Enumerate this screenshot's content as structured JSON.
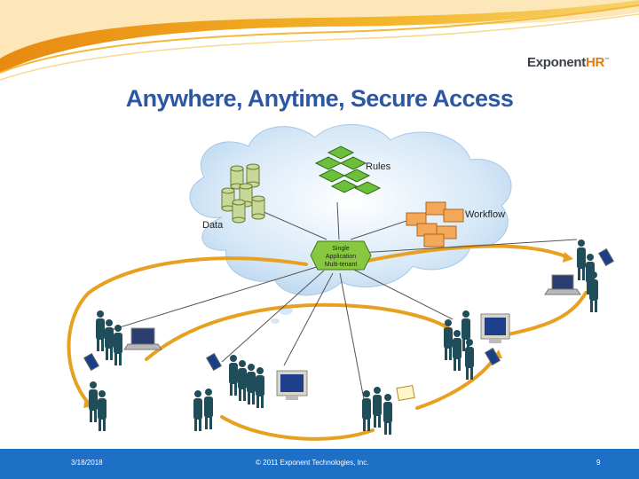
{
  "logo": {
    "text_main": "Exponent",
    "text_accent": "HR",
    "mark": "™"
  },
  "slide": {
    "title": "Anywhere, Anytime, Secure Access",
    "cloud_labels": {
      "rules": "Rules",
      "data": "Data",
      "workflow": "Workflow",
      "hub_line1": "Single",
      "hub_line2": "Application",
      "hub_line3": "Multi-tenant"
    }
  },
  "footer": {
    "date": "3/18/2018",
    "copyright": "© 2011 Exponent Technologies, Inc.",
    "page_number": "9"
  },
  "colors": {
    "title": "#2e57a2",
    "accent_orange": "#e8a020",
    "footer_bar": "#1e6fc6",
    "cloud": "#cfe3f5",
    "person": "#1f4e5a"
  },
  "icons": [
    "database-icon",
    "rules-cubes-icon",
    "workflow-folders-icon",
    "laptop-icon",
    "desktop-computer-icon",
    "pda-icon",
    "people-group-icon"
  ]
}
